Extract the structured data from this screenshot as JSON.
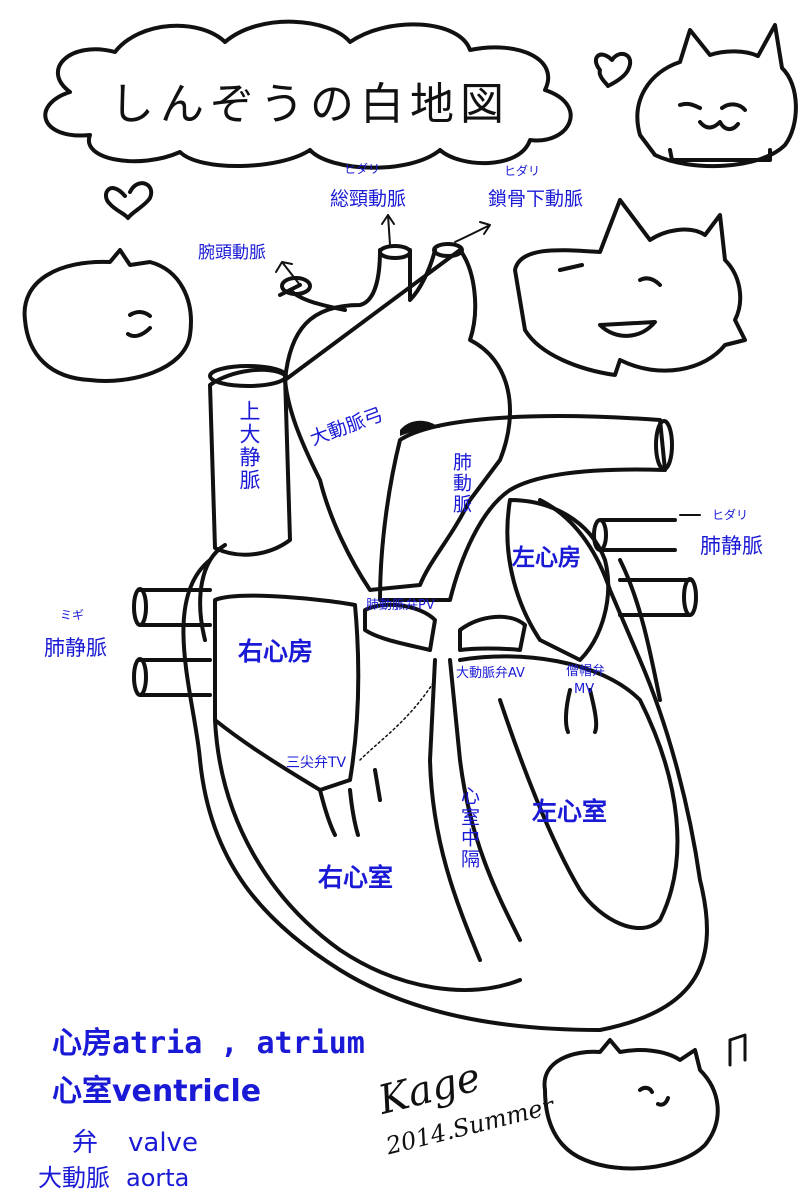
{
  "title": "しんぞうの白地図",
  "labels": {
    "brachiocephalic_artery": "腕頭動脈",
    "left_common_carotid_side": "ヒダリ",
    "left_common_carotid": "総頸動脈",
    "left_subclavian_side": "ヒダリ",
    "left_subclavian": "鎖骨下動脈",
    "superior_vena_cava": "上大静脈",
    "aortic_arch": "大動脈弓",
    "pulmonary_artery": "肺動脈",
    "left_pulmonary_vein_side": "ヒダリ",
    "left_pulmonary_vein": "肺静脈",
    "right_pulmonary_vein_side": "ミギ",
    "right_pulmonary_vein": "肺静脈",
    "left_atrium": "左心房",
    "right_atrium": "右心房",
    "pulmonary_valve": "肺動脈弁PV",
    "aortic_valve": "大動脈弁AV",
    "mitral_valve_1": "僧帽弁",
    "mitral_valve_2": "MV",
    "tricuspid_valve": "三尖弁TV",
    "septum": "心室中隔",
    "left_ventricle": "左心室",
    "right_ventricle": "右心室"
  },
  "glossary": [
    {
      "jp": "心房",
      "en": "atria , atrium"
    },
    {
      "jp": "心室",
      "en": "ventricle"
    },
    {
      "jp": "弁",
      "en": "valve"
    },
    {
      "jp": "大動脈",
      "en": "aorta"
    }
  ],
  "signature": {
    "name": "Kage",
    "date": "2014.Summer"
  },
  "colors": {
    "label": "#1a1ad6",
    "ink": "#111111"
  }
}
